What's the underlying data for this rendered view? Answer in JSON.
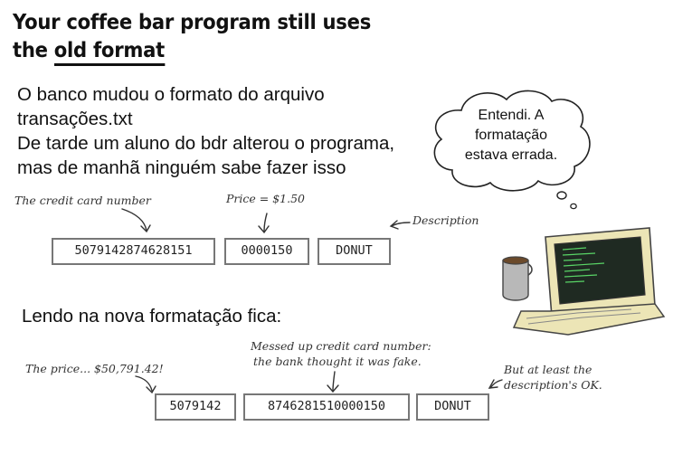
{
  "title": {
    "line1": "Your coffee bar program still uses",
    "line2_prefix": "the ",
    "line2_underlined": "old format"
  },
  "paragraph": {
    "line1": "O banco mudou o formato do arquivo",
    "line2": "transações.txt",
    "line3": "De tarde um aluno do bdr alterou o programa,",
    "line4": "mas de manhã ninguém sabe fazer isso"
  },
  "thought_bubble": {
    "line1": "Entendi. A",
    "line2": "formatação",
    "line3": "estava errada."
  },
  "old_record": {
    "annotations": {
      "card": "The credit card number",
      "price": "Price = $1.50",
      "description": "Description"
    },
    "fields": {
      "card": "5079142874628151",
      "price": "0000150",
      "description": "DONUT"
    }
  },
  "new_heading": "Lendo na nova formatação fica:",
  "new_record": {
    "annotations": {
      "price": "The price... $50,791.42!",
      "card_line1": "Messed up credit card number:",
      "card_line2": "the bank thought it was fake.",
      "desc_line1": "But at least the",
      "desc_line2": "description's OK."
    },
    "fields": {
      "price": "5079142",
      "card": "8746281510000150",
      "description": "DONUT"
    }
  },
  "illustration": {
    "icons": [
      "computer-icon",
      "coffee-mug-icon"
    ],
    "screen_color": "#1f2a22",
    "screen_text_color": "#59d466",
    "body_color": "#ece5b6"
  }
}
